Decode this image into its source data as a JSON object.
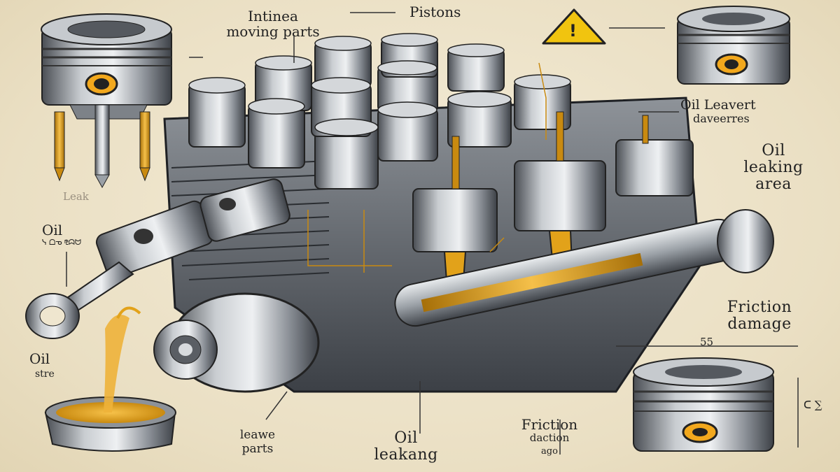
{
  "labels": {
    "intinea_moving_parts": [
      "Intinea",
      "moving parts"
    ],
    "pistons": "Pistons",
    "oil_leavert": [
      "Oil Leavert",
      "daveerres"
    ],
    "oil_leaking_area": [
      "Oil",
      "leaking",
      "area"
    ],
    "friction_damage": [
      "Friction",
      "damage"
    ],
    "oil_left": [
      "Oil",
      "ᓭ ᗝᓀ ⅊ᗣᗢ"
    ],
    "oil_stre": [
      "Oil",
      "stre"
    ],
    "leawe_parts": [
      "leawe",
      "parts"
    ],
    "oil_leakang": [
      "Oil",
      "leakang"
    ],
    "friction_daction": [
      "Friction",
      "daction",
      "ago"
    ],
    "ss_mark": "55",
    "vertical_mark": "ᑕ ∑",
    "leak_faint": "Leak"
  },
  "icons": [
    "warning-icon",
    "piston-icon",
    "oil-pan-icon",
    "engine-block-illustration",
    "connecting-rod-icon",
    "crankshaft-icon"
  ],
  "colors": {
    "oil": "#e2a21a",
    "metal_dark": "#3a3d42",
    "metal_mid": "#8a8f96",
    "metal_light": "#d8dbde",
    "paper": "#efe6cf",
    "warning": "#f1c40f"
  }
}
